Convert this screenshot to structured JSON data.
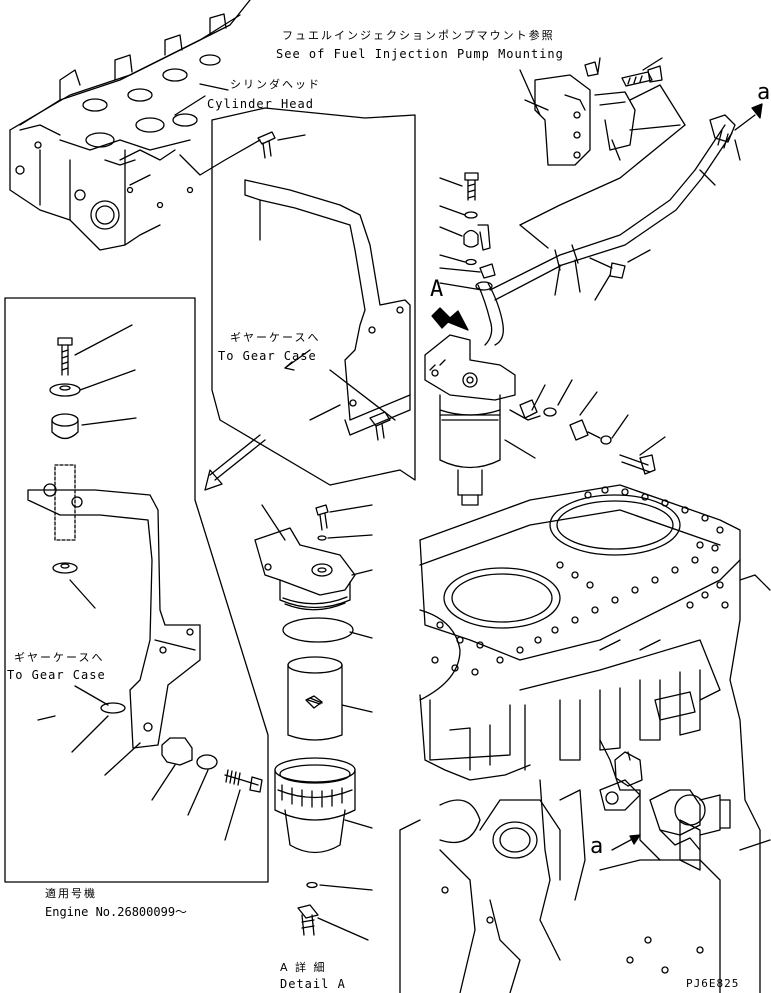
{
  "labels": {
    "fuel_pump_jp": "フュエルインジェクションポンプマウント参照",
    "fuel_pump_en": "See of Fuel Injection Pump Mounting",
    "cyl_head_jp": "シリンダヘッド",
    "cyl_head_en": "Cylinder Head",
    "gear_case_jp_1": "ギヤーケースへ",
    "gear_case_en_1": "To Gear Case",
    "gear_case_jp_2": "ギヤーケースへ",
    "gear_case_en_2": "To Gear Case",
    "view_a": "A",
    "ref_a_top": "a",
    "ref_a_bottom": "a",
    "applicable_jp": "適用号機",
    "engine_no": "Engine No.26800099～",
    "detail_jp": "A 詳 細",
    "detail_en": "Detail A",
    "code": "PJ6E825"
  }
}
